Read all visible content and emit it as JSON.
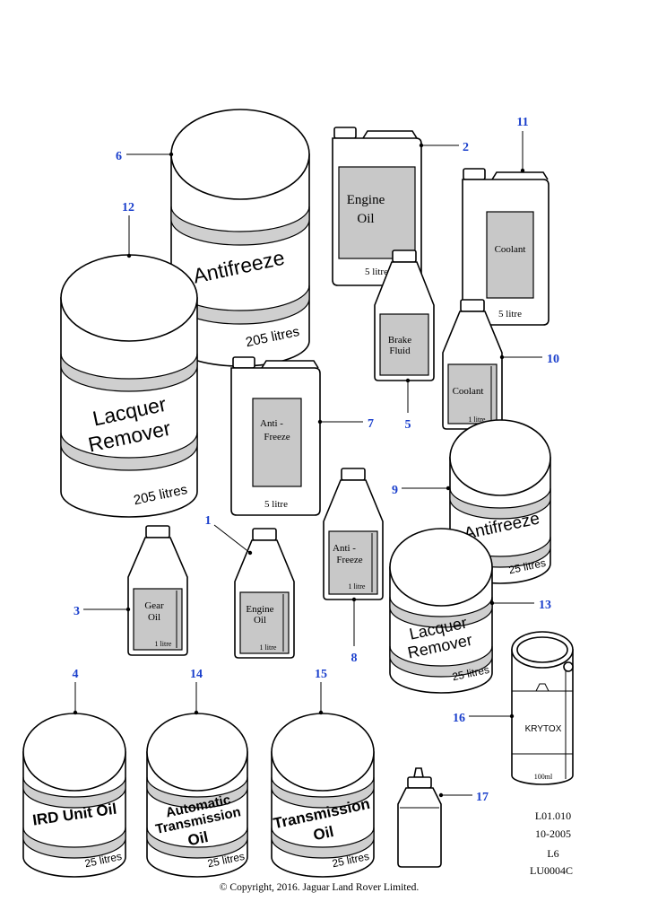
{
  "items": {
    "1": {
      "callout": "1",
      "label_line1": "Engine",
      "label_line2": "Oil",
      "volume": "1 litre"
    },
    "2": {
      "callout": "2",
      "label_line1": "Engine",
      "label_line2": "Oil",
      "volume": "5 litre"
    },
    "3": {
      "callout": "3",
      "label_line1": "Gear",
      "label_line2": "Oil",
      "volume": "1 litre"
    },
    "4": {
      "callout": "4",
      "label": "IRD Unit Oil",
      "volume": "25 litres"
    },
    "5": {
      "callout": "5",
      "label_line1": "Brake",
      "label_line2": "Fluid"
    },
    "6": {
      "callout": "6",
      "label": "Antifreeze",
      "volume": "205 litres"
    },
    "7": {
      "callout": "7",
      "label_line1": "Anti -",
      "label_line2": "Freeze",
      "volume": "5 litre"
    },
    "8": {
      "callout": "8",
      "label_line1": "Anti -",
      "label_line2": "Freeze",
      "volume": "1 litre"
    },
    "9": {
      "callout": "9",
      "label": "Antifreeze",
      "volume": "25 litres"
    },
    "10": {
      "callout": "10",
      "label": "Coolant",
      "volume": "1 litre"
    },
    "11": {
      "callout": "11",
      "label": "Coolant",
      "volume": "5 litre"
    },
    "12": {
      "callout": "12",
      "label_line1": "Lacquer",
      "label_line2": "Remover",
      "volume": "205 litres"
    },
    "13": {
      "callout": "13",
      "label_line1": "Lacquer",
      "label_line2": "Remover",
      "volume": "25 litres"
    },
    "14": {
      "callout": "14",
      "label_line1": "Automatic",
      "label_line2": "Transmission",
      "label_line3": "Oil",
      "volume": "25 litres"
    },
    "15": {
      "callout": "15",
      "label_line1": "Transmission",
      "label_line2": "Oil",
      "volume": "25 litres"
    },
    "16": {
      "callout": "16",
      "label": "KRYTOX",
      "volume": "100ml"
    },
    "17": {
      "callout": "17"
    }
  },
  "reference": {
    "line1": "L01.010",
    "line2": "10-2005",
    "line3": "L6",
    "line4": "LU0004C"
  },
  "copyright": "© Copyright, 2016. Jaguar Land Rover Limited."
}
